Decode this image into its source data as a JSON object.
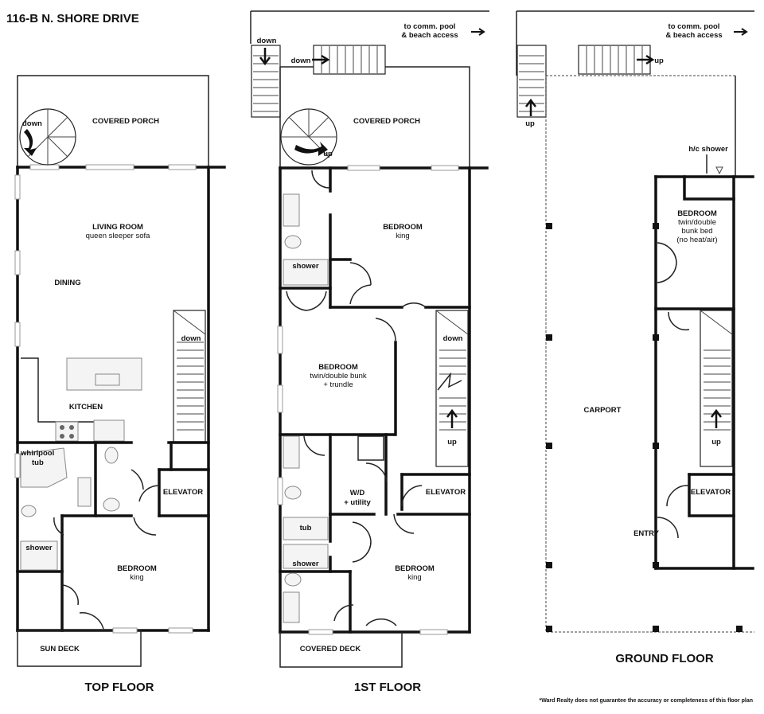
{
  "title": "116-B N. SHORE DRIVE",
  "disclaimer": "*Ward Realty does not guarantee the accuracy or completeness of this floor plan",
  "floors": {
    "top": {
      "name": "TOP FLOOR",
      "labels": {
        "covered_porch": "COVERED PORCH",
        "down_spiral": "down",
        "living_room": "LIVING ROOM",
        "sleeper": "queen sleeper sofa",
        "dining": "DINING",
        "kitchen": "KITCHEN",
        "down_stair": "down",
        "whirlpool": "whirlpool",
        "tub": "tub",
        "shower": "shower",
        "elevator": "ELEVATOR",
        "bedroom": "BEDROOM",
        "king": "king",
        "sun_deck": "SUN DECK"
      }
    },
    "first": {
      "name": "1ST FLOOR",
      "labels": {
        "down_ext": "down",
        "down_ext2": "down",
        "to_pool1": "to comm. pool",
        "to_pool2": "& beach access",
        "covered_porch": "COVERED PORCH",
        "up_spiral": "up",
        "bedroom1": "BEDROOM",
        "king1": "king",
        "shower1": "shower",
        "bedroom2": "BEDROOM",
        "bunk": "twin/double bunk",
        "trundle": "+ trundle",
        "down_stair": "down",
        "up_stair": "up",
        "wd": "W/D",
        "utility": "+ utility",
        "elevator": "ELEVATOR",
        "tub": "tub",
        "shower2": "shower",
        "bedroom3": "BEDROOM",
        "king3": "king",
        "covered_deck": "COVERED DECK"
      }
    },
    "ground": {
      "name": "GROUND FLOOR",
      "labels": {
        "to_pool1": "to comm. pool",
        "to_pool2": "& beach access",
        "up_ext1": "up",
        "up_ext2": "up",
        "hc_shower": "h/c shower",
        "bedroom": "BEDROOM",
        "bunk1": "twin/double",
        "bunk2": "bunk bed",
        "noheat": "(no heat/air)",
        "carport": "CARPORT",
        "up_stair": "up",
        "elevator": "ELEVATOR",
        "entry": "ENTRY"
      }
    }
  }
}
